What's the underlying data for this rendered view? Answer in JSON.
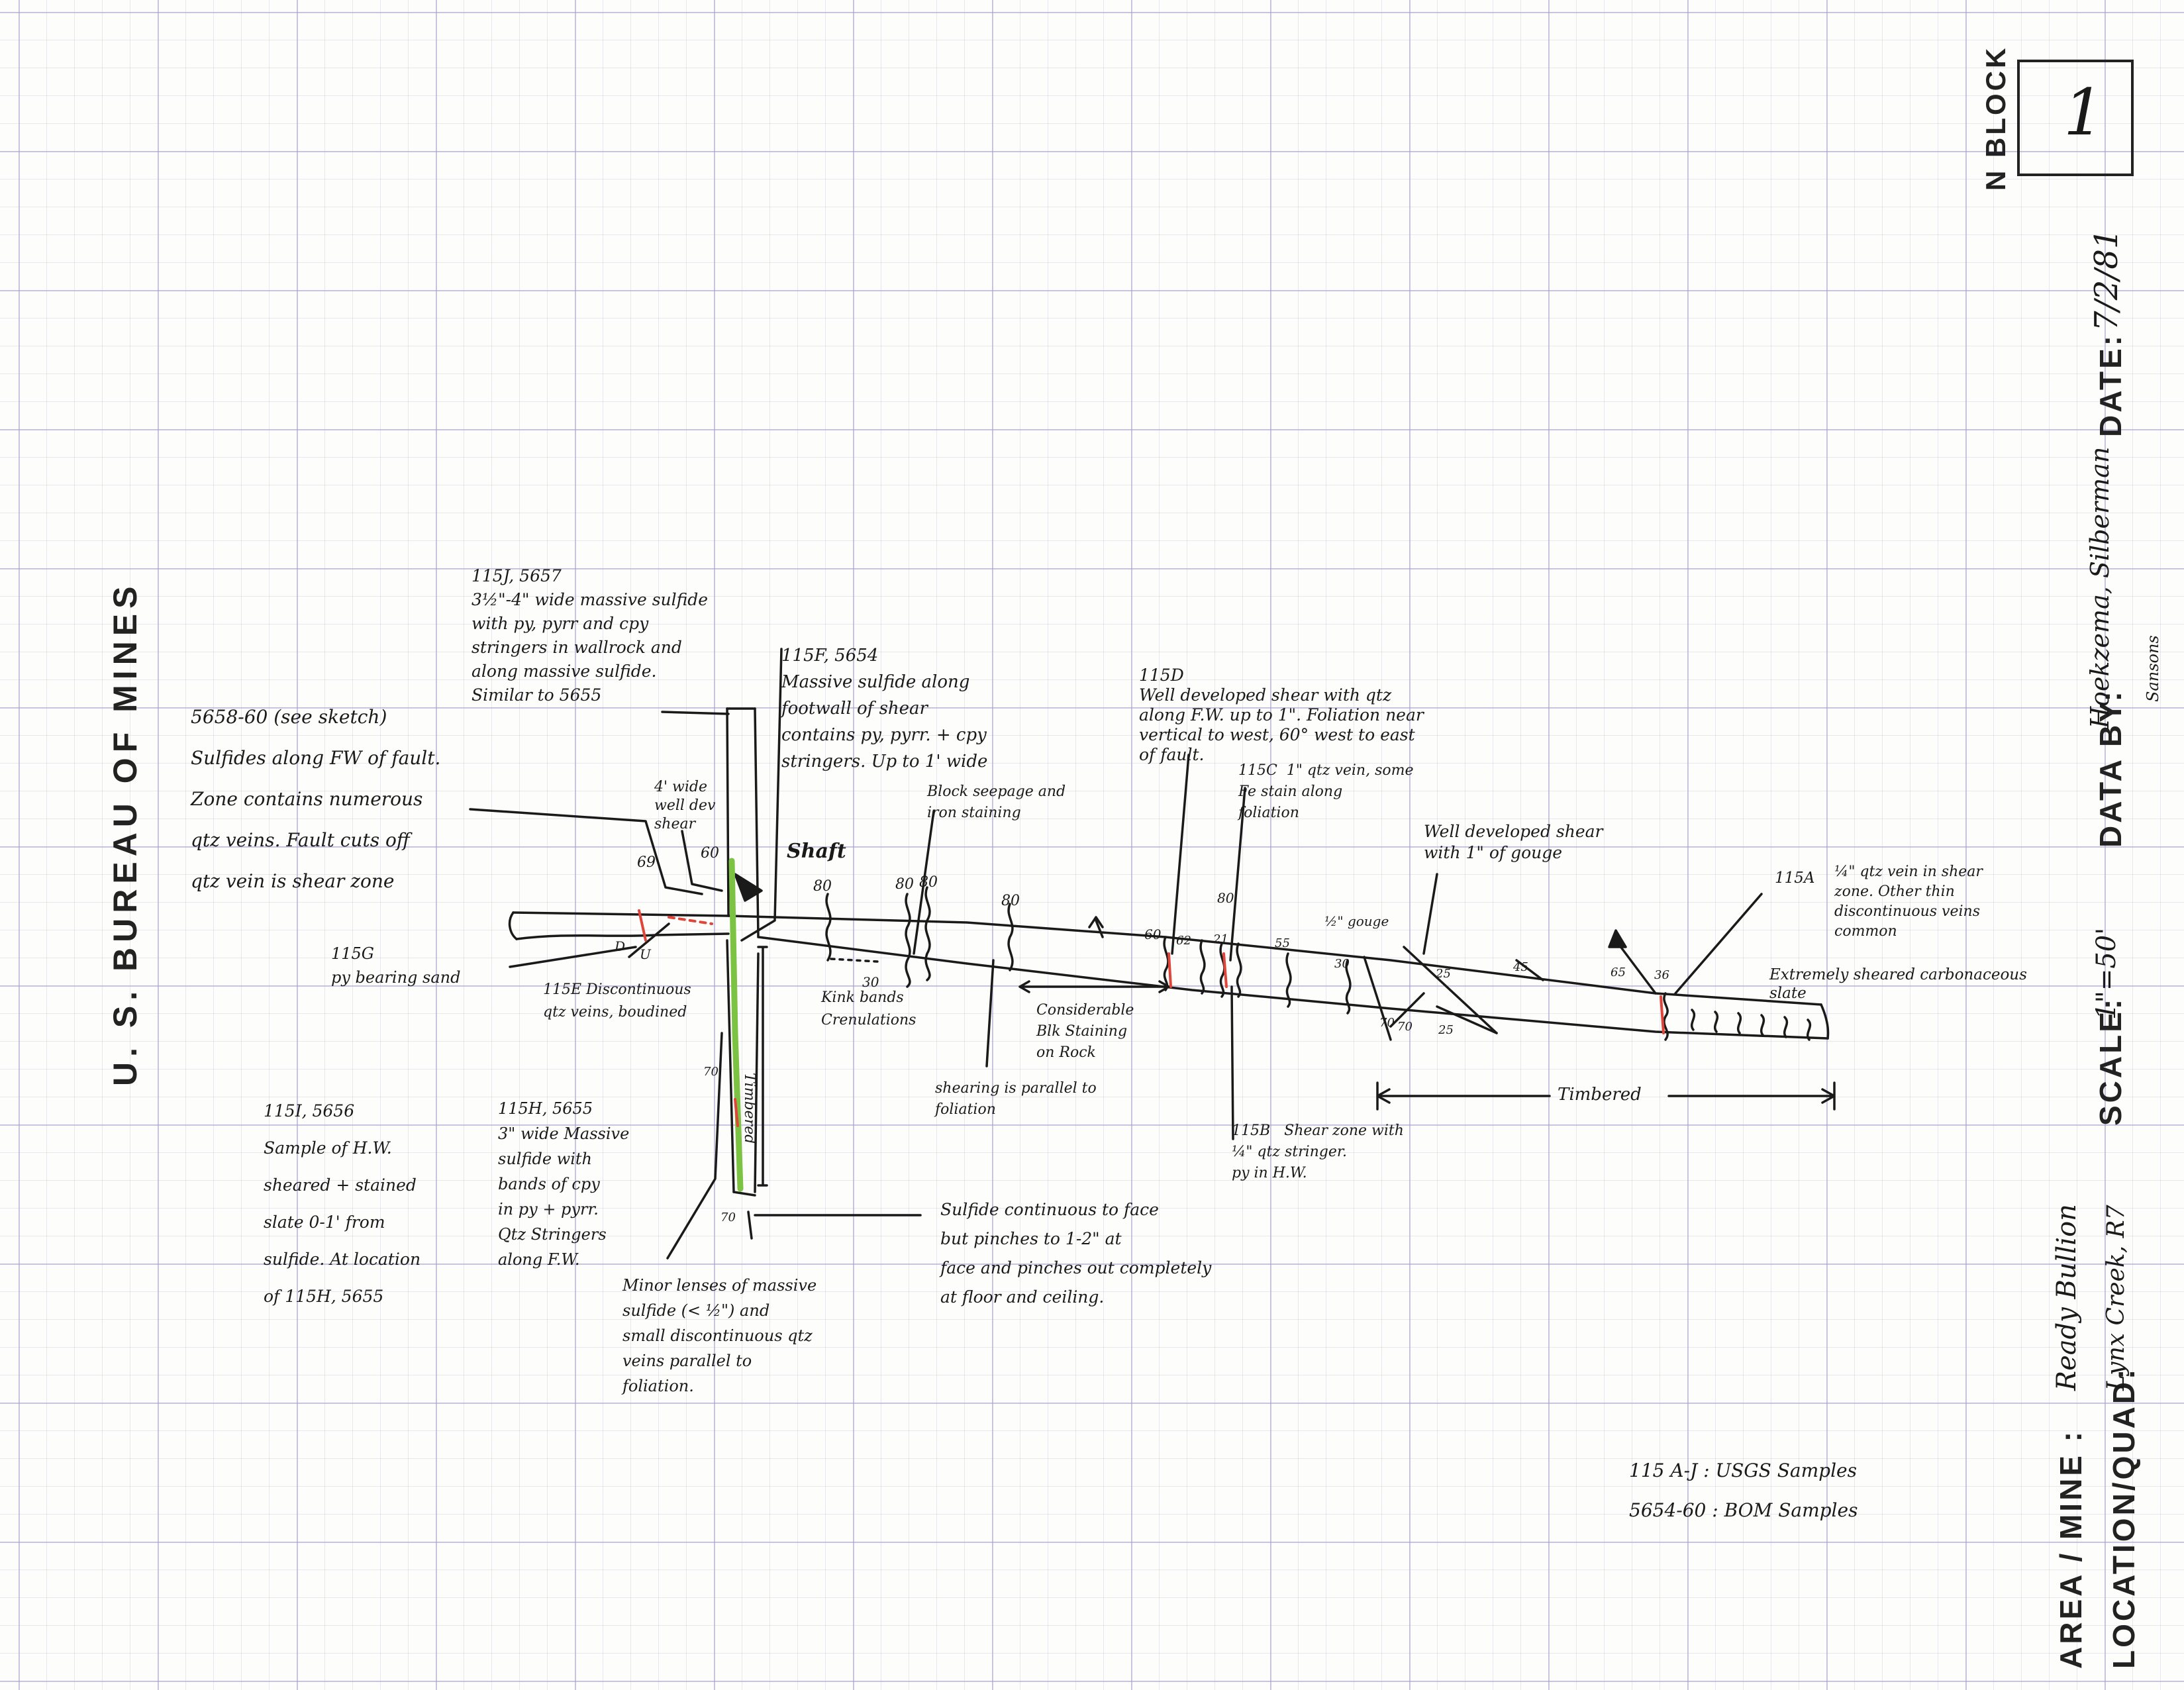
{
  "header": {
    "org": "U. S.  BUREAU OF MINES",
    "n_block_label": "N BLOCK",
    "n_block_value": "1"
  },
  "title_block": {
    "date_label": "DATE:",
    "date_value": "7/2/81",
    "data_by_label": "DATA BY:",
    "data_by_value": "Hoekzema, Silberman",
    "data_by_value_2": "Sansons",
    "scale_label": "SCALE:",
    "scale_value": "1\"=50'",
    "area_label": "AREA / MINE :",
    "area_value": "Ready Bullion",
    "location_label": "LOCATION/QUAD:",
    "location_value": "Lynx Creek, R7"
  },
  "notes": {
    "n_5658": "5658-60 (see sketch)\nSulfides along FW of fault.\nZone contains numerous\nqtz veins. Fault cuts off\nqtz vein is shear zone",
    "n_115J": "115J, 5657\n3½\"-4\" wide massive sulfide\nwith py, pyrr and cpy\nstringers in wallrock and\nalong massive sulfide.\nSimilar to 5655",
    "n_115F": "115F, 5654\nMassive sulfide along\nfootwall of shear\ncontains py, pyrr. + cpy\nstringers. Up to 1' wide",
    "n_4wide": "4' wide\nwell dev\nshear",
    "n_shaft": "Shaft",
    "n_115G": "115G\npy bearing sand",
    "n_115E": "115E Discontinuous\nqtz veins, boudined",
    "n_timbered_v": "Timbered",
    "n_115I": "115I, 5656\nSample of H.W.\nsheared + stained\nslate 0-1' from\nsulfide. At location\nof 115H, 5655",
    "n_115H": "115H, 5655\n3\" wide Massive\nsulfide with\nbands of cpy\nin py + pyrr.\nQtz Stringers\nalong F.W.",
    "n_minor": "Minor lenses of massive\nsulfide (< ½\") and\nsmall discontinuous qtz\nveins parallel to\nfoliation.",
    "n_sulfide_cont": "Sulfide continuous to face\nbut pinches to 1-2\" at\nface and pinches out completely\nat floor and ceiling.",
    "n_block_seepage": "Block seepage and\niron staining",
    "n_kink": "Kink bands\nCrenulations",
    "n_considerable": "Considerable\nBlk Staining\non Rock",
    "n_shearing": "shearing is parallel to\nfoliation",
    "n_115D": "115D\nWell developed shear with qtz\nalong F.W. up to 1\". Foliation near\nvertical to west, 60° west to east\nof fault.",
    "n_115C": "115C  1\" qtz vein, some\nFe stain along\nfoliation",
    "n_115B": "115B   Shear zone with\n¼\" qtz stringer.\npy in H.W.",
    "n_gouge_half": "½\" gouge",
    "n_well_gouge": "Well developed shear\nwith 1\" of gouge",
    "n_115A_label": "115A",
    "n_115A": "¼\" qtz vein in shear\nzone. Other thin\ndiscontinuous veins\ncommon",
    "n_extremely": "Extremely sheared carbonaceous\nslate",
    "n_timbered_h": "Timbered",
    "n_samples_usgs": "115 A-J : USGS Samples",
    "n_samples_bom": "5654-60 : BOM Samples"
  },
  "dips": {
    "d69": "69",
    "d60a": "60",
    "d80a": "80",
    "d80b": "80",
    "d80c": "80",
    "d80d": "80",
    "d30": "30",
    "d60b": "60",
    "d62": "62",
    "d21": "21",
    "d80e": "80",
    "d55": "55",
    "d30b": "30",
    "d25a": "25",
    "d70a": "70",
    "d25b": "25",
    "d45": "45",
    "d65": "65",
    "d36": "36",
    "d70b": "70",
    "d70c": "70",
    "dD": "D",
    "dU": "U",
    "d70d": "70"
  },
  "colors": {
    "ink": "#1a1a1a",
    "sample_red": "#e0453a",
    "sulfide_green": "#7cc243",
    "grid": "#a5a0cd"
  }
}
